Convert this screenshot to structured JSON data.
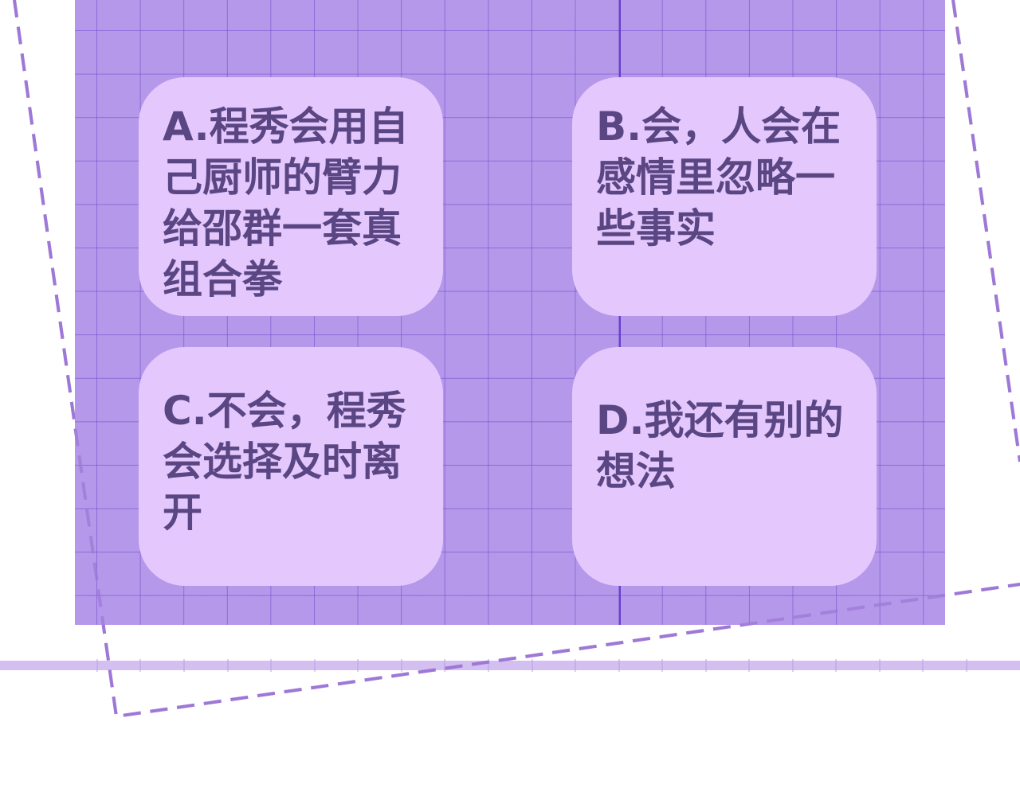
{
  "options": [
    {
      "key": "a",
      "text": "A.程秀会用自己厨师的臂力给邵群一套真组合拳"
    },
    {
      "key": "b",
      "text": "B.会，人会在感情里忽略一些事实"
    },
    {
      "key": "c",
      "text": "C.不会，程秀会选择及时离开"
    },
    {
      "key": "d",
      "text": "D.我还有别的想法"
    }
  ],
  "colors": {
    "grid_background": "#b598ea",
    "grid_lines": "#7046cd",
    "card_background": "#e4c8fd",
    "card_text": "#5b4684",
    "dashed_frame": "#a07ad8",
    "bottom_band": "#d3bff0"
  }
}
